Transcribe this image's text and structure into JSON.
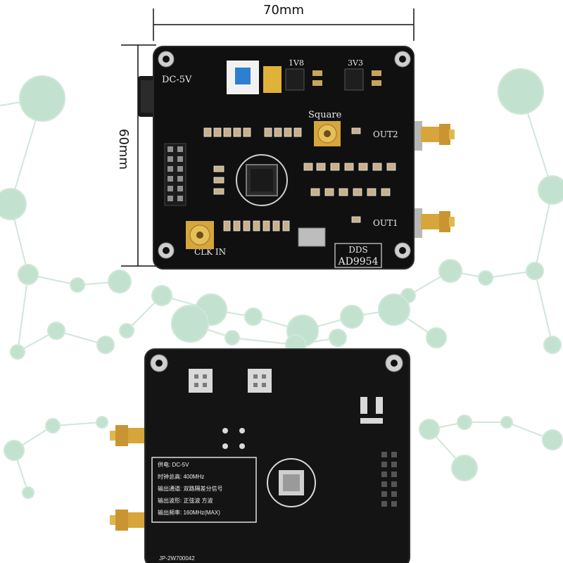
{
  "dimensions": {
    "width_label": "70mm",
    "height_label": "60mm"
  },
  "front_board": {
    "power_label": "DC-5V",
    "reg1_label": "1V8",
    "reg2_label": "3V3",
    "square_label": "Square",
    "out2_label": "OUT2",
    "out1_label": "OUT1",
    "clk_label": "CLK IN",
    "brand_label": "DDS",
    "model_label": "AD9954"
  },
  "back_board": {
    "spec_lines": [
      "供电: DC-5V",
      "时钟总高: 400MHz",
      "输出通道: 双路隔差分信号",
      "输出波形: 正弦波 方波",
      "输出频率: 160MHz(MAX)"
    ],
    "serial_label": "JP-2W700042"
  },
  "colors": {
    "pcb": "#111111",
    "network_node": "#bfe3cc",
    "network_line": "#c9e6d4",
    "gold": "#d6a53c"
  }
}
